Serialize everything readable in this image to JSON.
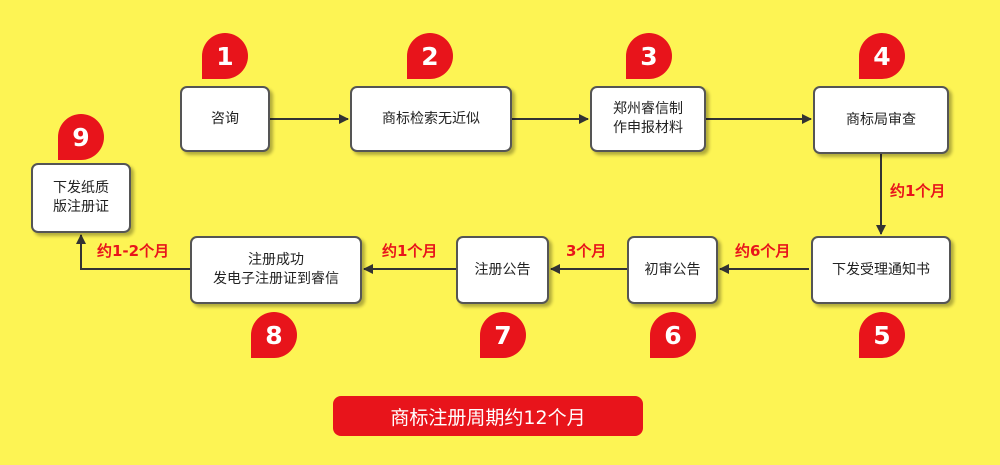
{
  "steps": [
    {
      "num": "1",
      "label": "咨询"
    },
    {
      "num": "2",
      "label": "商标检索无近似"
    },
    {
      "num": "3",
      "label": "郑州睿信制\n作申报材料"
    },
    {
      "num": "4",
      "label": "商标局审查"
    },
    {
      "num": "5",
      "label": "下发受理通知书"
    },
    {
      "num": "6",
      "label": "初审公告"
    },
    {
      "num": "7",
      "label": "注册公告"
    },
    {
      "num": "8",
      "label": "注册成功\n发电子注册证到睿信"
    },
    {
      "num": "9",
      "label": "下发纸质\n版注册证"
    }
  ],
  "durations": {
    "step4_to_5": "约1个月",
    "step5_to_6": "约6个月",
    "step6_to_7": "3个月",
    "step7_to_8": "约1个月",
    "step8_to_9": "约1-2个月"
  },
  "summary": "商标注册周期约12个月",
  "colors": {
    "background": "#FDF454",
    "accent_red": "#E8141B",
    "box_border": "#555555",
    "arrow": "#333333"
  }
}
